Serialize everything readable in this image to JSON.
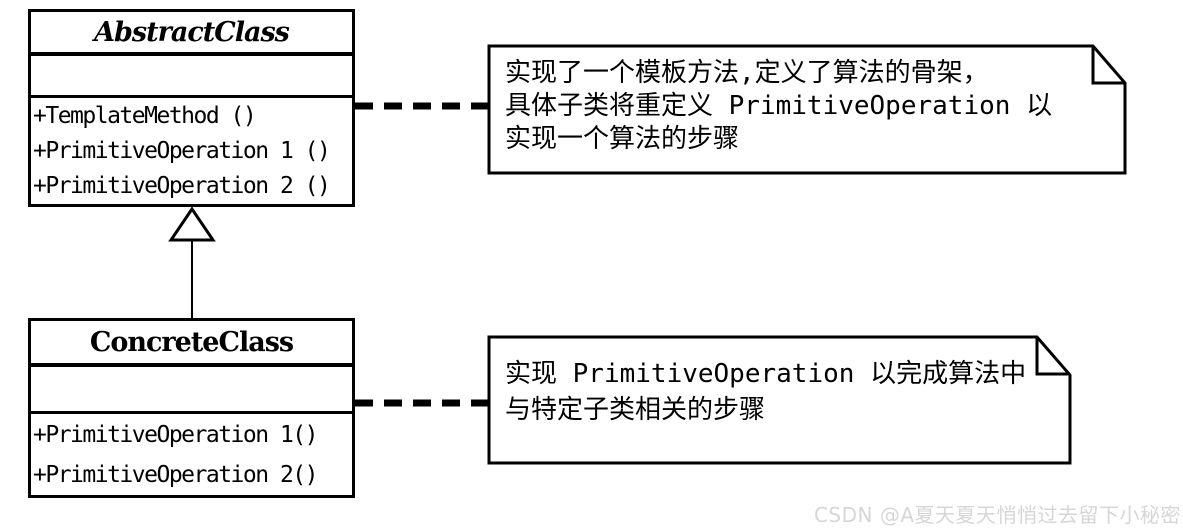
{
  "diagram": {
    "title_hint": "Template Method pattern UML diagram",
    "abstract_class": {
      "name": "AbstractClass",
      "attributes": "",
      "methods": [
        "+TemplateMethod ()",
        "+PrimitiveOperation 1 ()",
        "+PrimitiveOperation 2 ()"
      ]
    },
    "concrete_class": {
      "name": "ConcreteClass",
      "attributes": "",
      "methods": [
        "+PrimitiveOperation 1()",
        "+PrimitiveOperation 2()"
      ]
    },
    "notes": {
      "top": {
        "lines": [
          "实现了一个模板方法,定义了算法的骨架，",
          "具体子类将重定义 PrimitiveOperation 以",
          "实现一个算法的步骤"
        ]
      },
      "bottom": {
        "lines": [
          "实现 PrimitiveOperation 以完成算法中",
          "与特定子类相关的步骤"
        ]
      }
    },
    "relationships": {
      "generalization": {
        "type": "generalization",
        "from": "ConcreteClass",
        "to": "AbstractClass",
        "marker": "hollow-triangle"
      },
      "top_note_link": {
        "type": "dashed-note-link",
        "from": "AbstractClass",
        "to": "top-note"
      },
      "bottom_note_link": {
        "type": "dashed-note-link",
        "from": "ConcreteClass",
        "to": "bottom-note"
      }
    },
    "watermark": "CSDN @A夏天夏天悄悄过去留下小秘密",
    "colors": {
      "stroke": "#000000",
      "fill": "#ffffff",
      "background": "#ffffff",
      "watermark": "#d6d6d6"
    }
  }
}
